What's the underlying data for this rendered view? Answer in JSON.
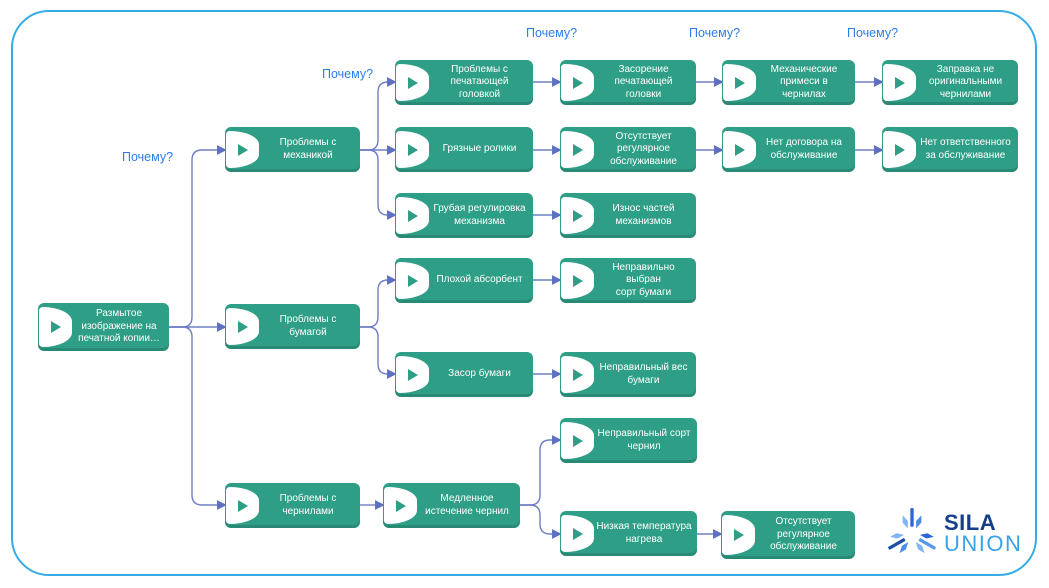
{
  "colors": {
    "node_green": "#2f9e86",
    "connector_blue": "#6f7ec6",
    "why_label_blue": "#2d7ce9",
    "frame_blue": "#35ade4",
    "logo_dark_blue": "#153f8c",
    "logo_light_blue": "#3ba2e8"
  },
  "why_labels": [
    "Почему?",
    "Почему?",
    "Почему?",
    "Почему?",
    "Почему?"
  ],
  "nodes": {
    "root": "Размытое\nизображение на\nпечатной копии…",
    "mechanics": "Проблемы с\nмеханикой",
    "paper": "Проблемы с бумагой",
    "ink": "Проблемы с\nчернилами",
    "printhead_problems": "Проблемы с\nпечатающей\nголовкой",
    "dirty_rollers": "Грязные ролики",
    "rough_adjustment": "Грубая регулировка\nмеханизма",
    "bad_absorbent": "Плохой абсорбент",
    "paper_jam": "Засор бумаги",
    "slow_ink_flow": "Медленное\nистечение чернил",
    "printhead_clog": "Засорение\nпечатающей головки",
    "no_regular_maintenance_1": "Отсутствует\nрегулярное\nобслуживание",
    "parts_wear": "Износ частей\nмеханизмов",
    "wrong_paper_grade": "Неправильно выбран\nсорт бумаги",
    "wrong_paper_weight": "Неправильный вес\nбумаги",
    "wrong_ink_grade": "Неправильный сорт\nчернил",
    "low_heating_temp": "Низкая температура\nнагрева",
    "mechanical_impurities": "Механические\nпримеси в чернилах",
    "no_service_contract": "Нет договора на\nобслуживание",
    "non_original_ink": "Заправка не\nоригинальными\nчернилами",
    "no_maintenance_owner": "Нет ответственного\nза обслуживание",
    "no_regular_maintenance_2": "Отсутствует\nрегулярное\nобслуживание"
  },
  "logo": {
    "line1": "SILA",
    "line2": "UNION"
  }
}
